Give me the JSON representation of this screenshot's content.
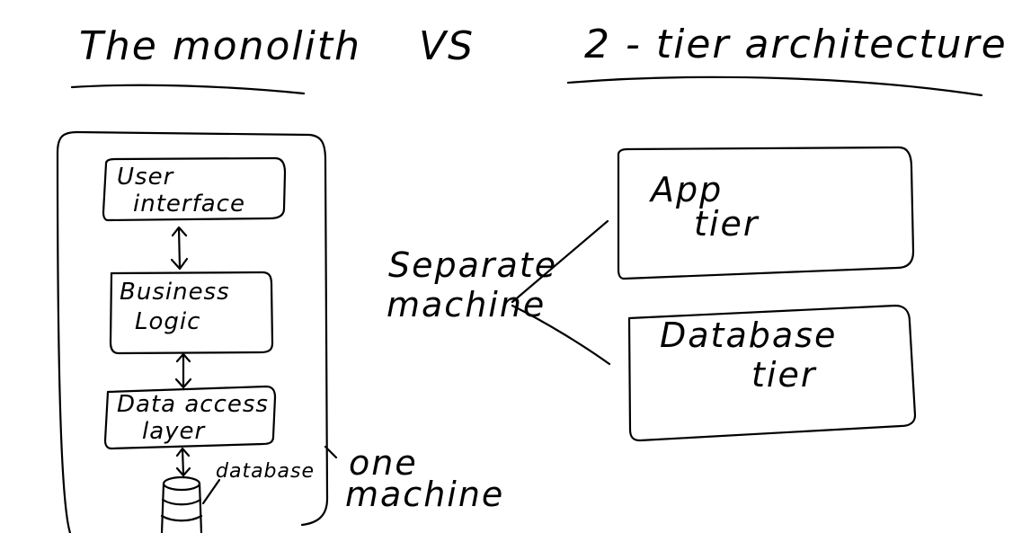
{
  "titles": {
    "left": "The monolith",
    "vs": "VS",
    "right": "2 - tier architecture"
  },
  "monolith": {
    "layers": [
      {
        "line1": "User",
        "line2": "interface"
      },
      {
        "line1": "Business",
        "line2": "Logic"
      },
      {
        "line1": "Data access",
        "line2": "layer"
      }
    ],
    "database_label": "database",
    "machine_label": {
      "line1": "one",
      "line2": "machine"
    }
  },
  "two_tier": {
    "separate_label": {
      "line1": "Separate",
      "line2": "machine"
    },
    "tiers": [
      {
        "line1": "App",
        "line2": "tier"
      },
      {
        "line1": "Database",
        "line2": "tier"
      }
    ]
  }
}
